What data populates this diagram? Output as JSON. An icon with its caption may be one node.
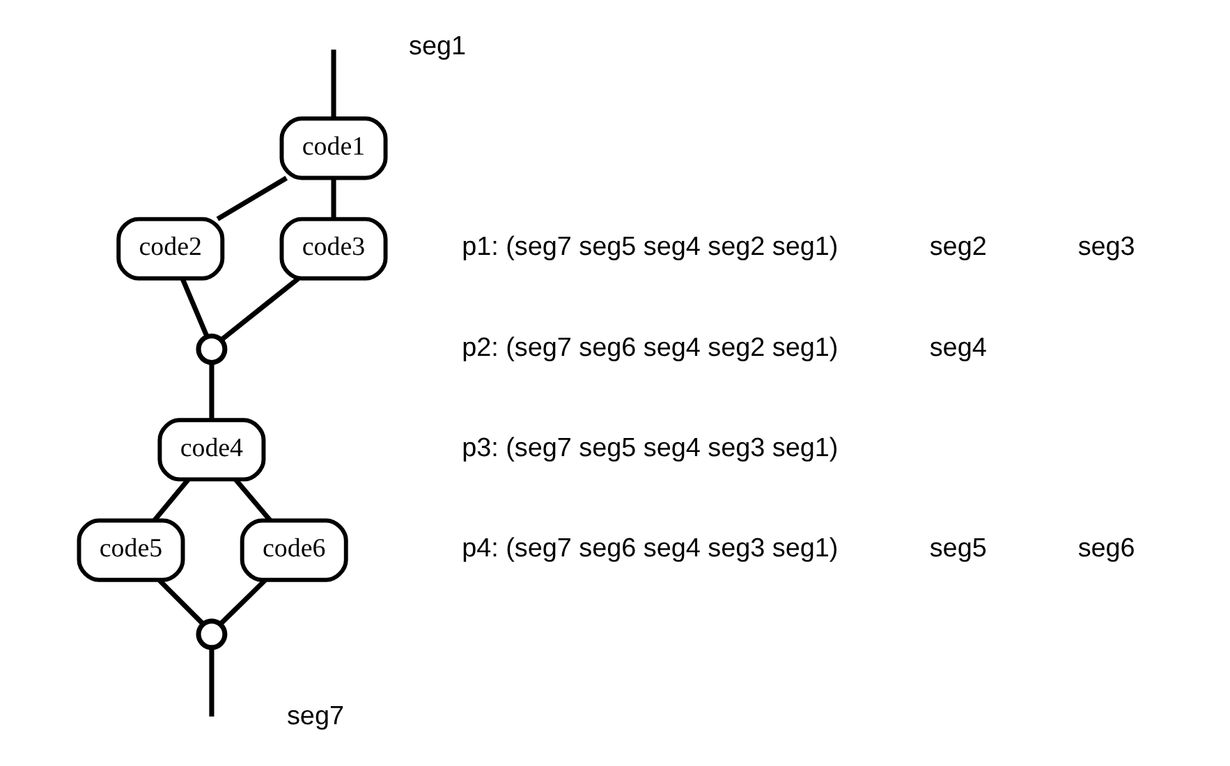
{
  "diagram": {
    "nodes": [
      {
        "text": [
          "code1"
        ]
      },
      {
        "text": [
          "code2"
        ]
      },
      {
        "text": [
          "code3"
        ]
      },
      {
        "text": [],
        "shape": "circle"
      },
      {
        "text": [
          "code4"
        ]
      },
      {
        "text": [
          "code5"
        ]
      },
      {
        "text": [
          "code6"
        ]
      },
      {
        "text": [],
        "shape": "circle"
      }
    ],
    "edges": [
      {
        "from": null,
        "to": 0,
        "arrow": "none"
      },
      {
        "from": 0,
        "to": 1,
        "arrow": "none"
      },
      {
        "from": 0,
        "to": 2,
        "arrow": "none"
      },
      {
        "from": 1,
        "to": 3,
        "arrow": "none"
      },
      {
        "from": 2,
        "to": 3,
        "arrow": "none"
      },
      {
        "from": 3,
        "to": 4,
        "arrow": "none"
      },
      {
        "from": 4,
        "to": 5,
        "arrow": "none"
      },
      {
        "from": 4,
        "to": 6,
        "arrow": "none"
      },
      {
        "from": 5,
        "to": 7,
        "arrow": "none"
      },
      {
        "from": 6,
        "to": 7,
        "arrow": "none"
      },
      {
        "from": 7,
        "to": null,
        "arrow": "none"
      }
    ],
    "labels": [
      "seg1",
      "seg2",
      "seg3",
      "seg4",
      "seg5",
      "seg6",
      "seg7",
      "p1: (seg7 seg5 seg4 seg2 seg1)",
      "p2: (seg7 seg6 seg4 seg2 seg1)",
      "p3: (seg7 seg5 seg4 seg3 seg1)",
      "p4: (seg7 seg6 seg4 seg3 seg1)"
    ]
  }
}
